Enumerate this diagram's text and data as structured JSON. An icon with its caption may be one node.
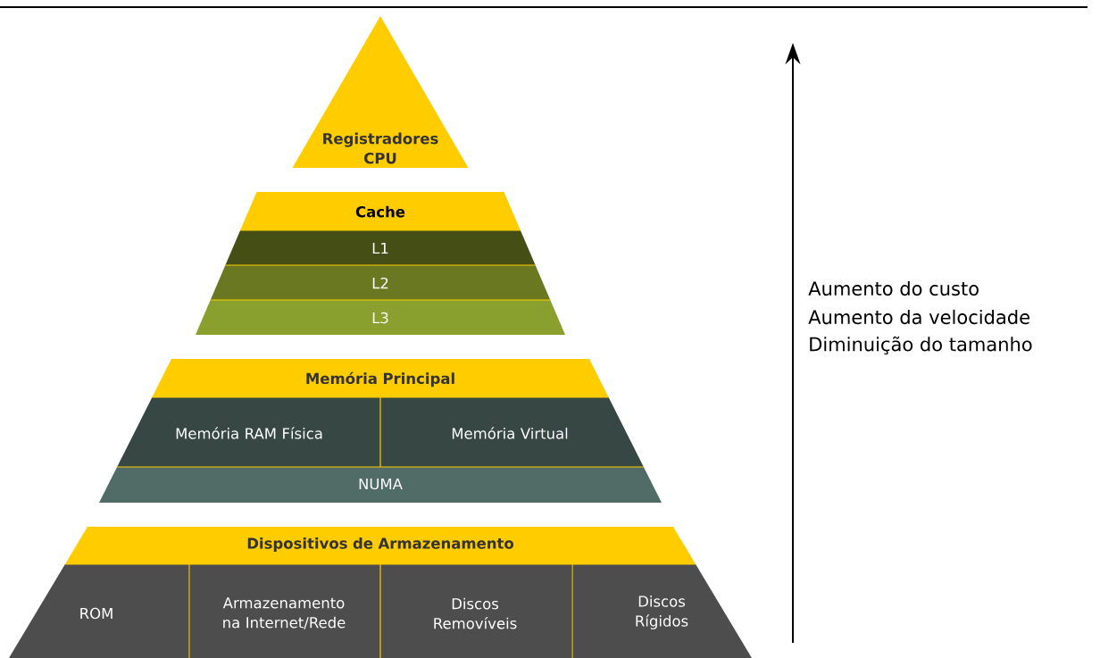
{
  "diagram": {
    "nodes": [
      {
        "text": [
          "Registradores CPU"
        ]
      },
      {
        "text": [
          "Cache"
        ]
      },
      {
        "text": [
          "L1"
        ]
      },
      {
        "text": [
          "L2"
        ]
      },
      {
        "text": [
          "L3"
        ]
      },
      {
        "text": [
          "Memória Principal"
        ]
      },
      {
        "text": [
          "Memória RAM Física"
        ]
      },
      {
        "text": [
          "Memória Virtual"
        ]
      },
      {
        "text": [
          "NUMA"
        ]
      },
      {
        "text": [
          "Dispositivos de Armazenamento"
        ]
      },
      {
        "text": [
          "ROM"
        ]
      },
      {
        "text": [
          "Armazenamento na Internet/Rede"
        ]
      },
      {
        "text": [
          "Discos Removíveis"
        ]
      },
      {
        "text": [
          "Discos Rígidos"
        ]
      }
    ],
    "labels": [
      "Aumento do custo",
      "Aumento da velocidade",
      "Diminuição do tamanho"
    ]
  }
}
